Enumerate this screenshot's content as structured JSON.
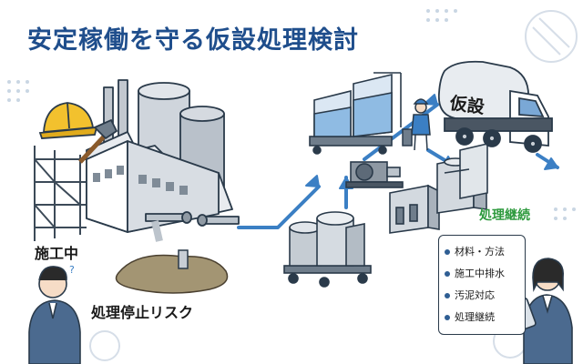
{
  "title": "安定稼働を守る仮設処理検討",
  "labels": {
    "construction": "施工中",
    "risk": "処理停止リスク",
    "continue": "処理継続",
    "tank_truck": "仮設"
  },
  "checklist": {
    "items": [
      {
        "label": "材料・方法"
      },
      {
        "label": "施工中排水"
      },
      {
        "label": "汚泥対応"
      },
      {
        "label": "処理継続"
      }
    ]
  },
  "colors": {
    "title": "#1f4e8c",
    "accent_blue": "#3b7fc4",
    "green": "#2e9a3e",
    "helmet": "#f2c12e",
    "leak": "#a39573"
  },
  "icons": [
    "factory-icon",
    "hard-hat-icon",
    "hammer-icon",
    "flow-arrow-icon",
    "tank-truck-icon",
    "worker-icon",
    "treatment-unit-icon"
  ]
}
